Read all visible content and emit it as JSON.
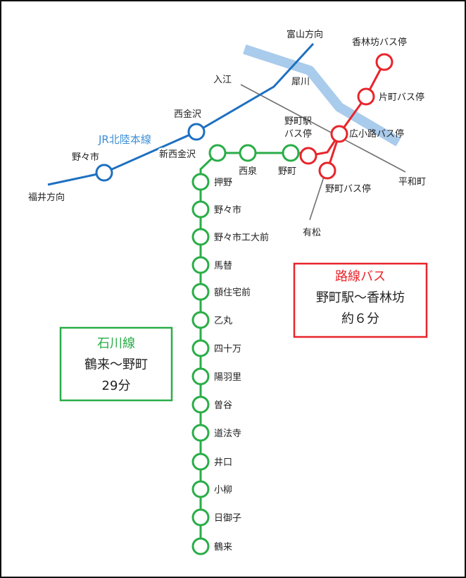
{
  "colors": {
    "frame": "#111111",
    "jr": "#1e70c0",
    "jr_label": "#3d8fd6",
    "ishikawa": "#2aad48",
    "bus": "#e8252b",
    "river": "#a9cbec",
    "road": "#707070"
  },
  "labels": {
    "toyama": "富山方向",
    "fukui": "福井方向",
    "irie": "入江",
    "saigawa": "犀川",
    "heiwamachi": "平和町",
    "arimatsu": "有松",
    "jr_line": "JR北陸本線"
  },
  "jr_stations": {
    "nishikanazawa": "西金沢",
    "nonoichi": "野々市"
  },
  "ishikawa_stations": {
    "shinnishikanazawa": "新西金沢",
    "nishiizumi": "西泉",
    "nomachi": "野町",
    "oshino": "押野",
    "nonoichi": "野々市",
    "kodaimae": "野々市工大前",
    "magae": "馬替",
    "nukajutakumae": "額住宅前",
    "otomaru": "乙丸",
    "shijukuman": "四十万",
    "yoberi": "陽羽里",
    "sodani": "曽谷",
    "dohoji": "道法寺",
    "iguchi": "井口",
    "oyanagi": "小柳",
    "hinomiko": "日御子",
    "tsurugi": "鶴来"
  },
  "bus_stops": {
    "korinbo": "香林坊バス停",
    "katamachi": "片町バス停",
    "hirokoji": "広小路バス停",
    "nomachi_eki_1": "野町駅",
    "nomachi_eki_2": "バス停",
    "nomachi": "野町バス停"
  },
  "boxes": {
    "bus": {
      "title": "路線バス",
      "line1": "野町駅〜香林坊",
      "line2": "約６分"
    },
    "ishikawa": {
      "title": "石川線",
      "line1": "鶴来〜野町",
      "line2": "29分"
    }
  }
}
